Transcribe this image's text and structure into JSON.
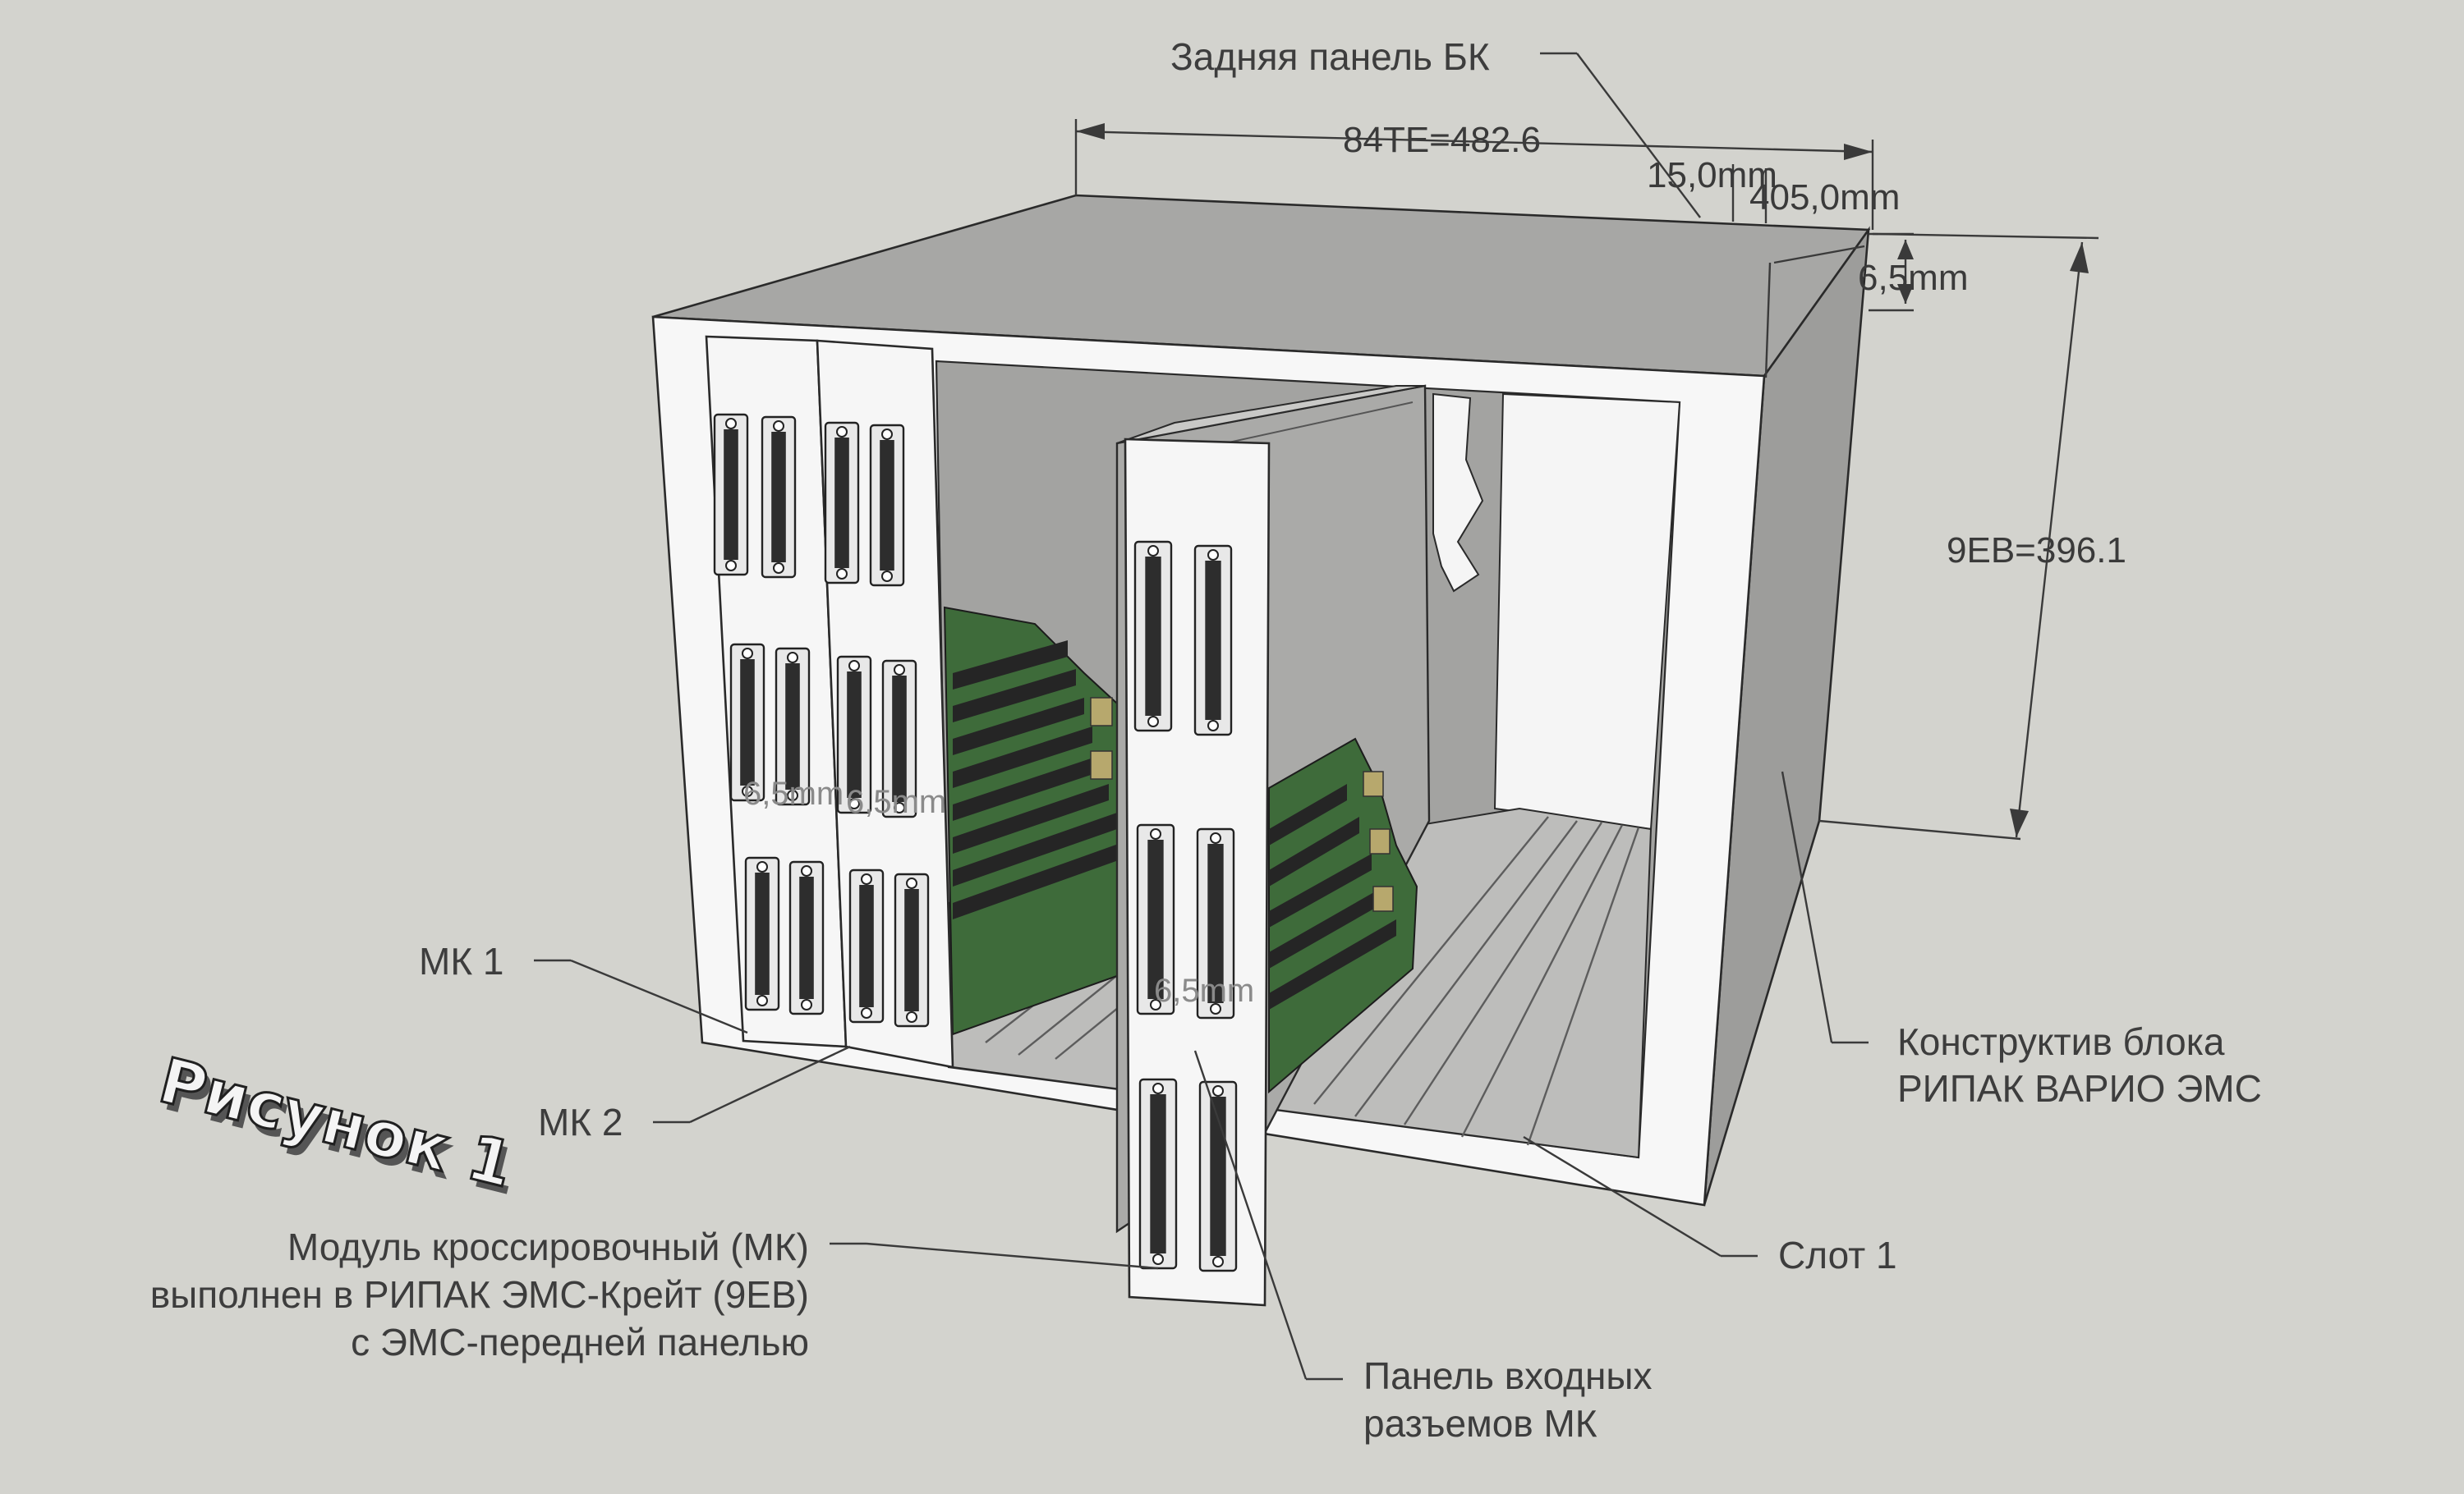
{
  "labels": {
    "back_panel": "Задняя панель БК",
    "width_dim": "84TE=482.6",
    "dim_15": "15,0mm",
    "depth_dim": "405,0mm",
    "dim_6": "6,5mm",
    "height_dim": "9EB=396.1",
    "mk1": "МК 1",
    "mk2": "МК 2",
    "construct_line1": "Конструктив блока",
    "construct_line2": "РИПАК ВАРИО ЭМС",
    "slot1": "Слот 1",
    "module_line1": "Модуль кроссировочный (МК)",
    "module_line2": "выполнен в РИПАК ЭМС-Крейт (9ЕВ)",
    "module_line3": "с ЭМС-передней панелью",
    "input_panel_line1": "Панель входных",
    "input_panel_line2": "разъемов МК",
    "figure_caption": "Рисунок 1",
    "ghost_left": "6,5mm",
    "ghost_mid": "6,5mm",
    "ghost_front": "6,5mm"
  },
  "colors": {
    "background": "#d3d3ce",
    "housing_panel": "#a9a9a9",
    "housing_front_frame": "#f7f7f7",
    "pcb_green": "#3e6b3a",
    "connector_body": "#2d2d2d"
  }
}
